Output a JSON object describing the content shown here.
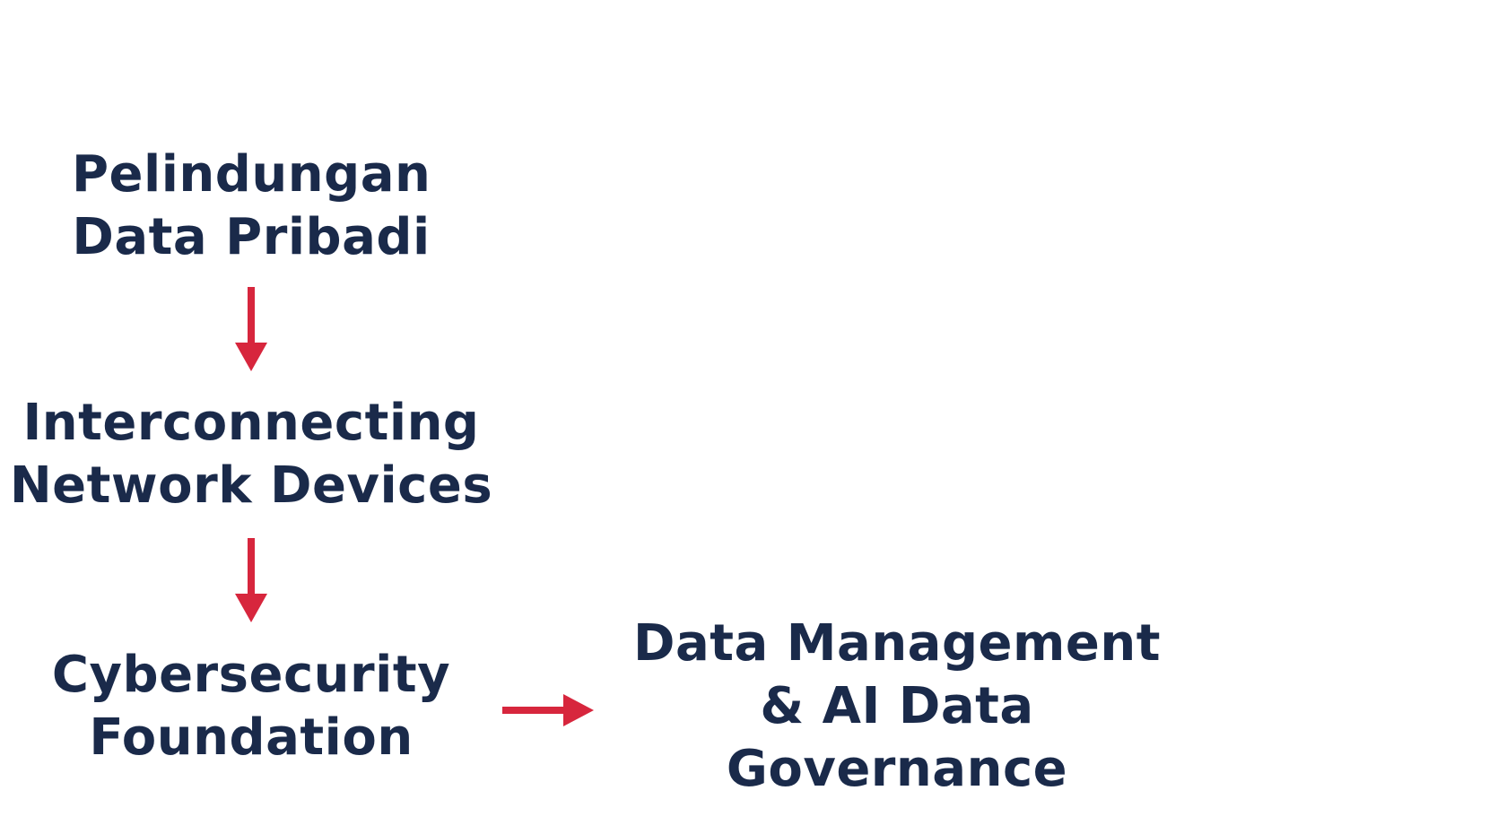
{
  "nodes": {
    "personal_data_protection": {
      "line1": "Pelindungan",
      "line2": "Data Pribadi"
    },
    "interconnecting_devices": {
      "line1": "Interconnecting",
      "line2": "Network Devices"
    },
    "cybersecurity": {
      "line1": "Cybersecurity",
      "line2": "Foundation"
    },
    "data_governance": {
      "line1": "Data Management",
      "line2": "& AI Data",
      "line3": "Governance"
    }
  },
  "colors": {
    "text": "#1a2a4a",
    "arrow": "#d7263d"
  }
}
